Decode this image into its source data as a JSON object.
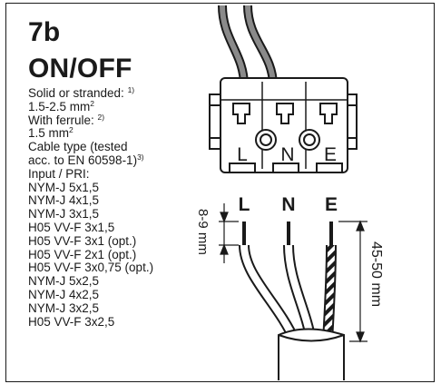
{
  "title": {
    "number": "7b",
    "main": "ON/OFF"
  },
  "specs": {
    "solid": "Solid or stranded:",
    "solid_ref": "1)",
    "solid_range": "1.5-2.5 mm",
    "solid_range_exp": "2",
    "ferrule": "With ferrule:",
    "ferrule_ref": "2)",
    "ferrule_size": "1.5 mm",
    "ferrule_size_exp": "2",
    "cable_type_1": "Cable type (tested",
    "cable_type_2": "acc. to EN 60598-1)",
    "cable_type_ref": "3)",
    "input": "Input / PRI:",
    "cables": [
      "NYM-J 5x1,5",
      "NYM-J 4x1,5",
      "NYM-J 3x1,5",
      "H05 VV-F 3x1,5",
      "H05 VV-F 3x1 (opt.)",
      "H05 VV-F 2x1 (opt.)",
      "H05 VV-F 3x0,75 (opt.)",
      "NYM-J 5x2,5",
      "NYM-J 4x2,5",
      "NYM-J 3x2,5",
      "H05 VV-F 3x2,5"
    ]
  },
  "diagram": {
    "terminal_labels": [
      "L",
      "N",
      "E"
    ],
    "wire_labels": [
      "L",
      "N",
      "E"
    ],
    "strip_length": "8-9 mm",
    "sheath_strip_length": "45-50 mm",
    "colors": {
      "line": "#1a1a1a",
      "wire_gray": "#8a8a8a",
      "terminal_fill": "#ffffff"
    }
  }
}
